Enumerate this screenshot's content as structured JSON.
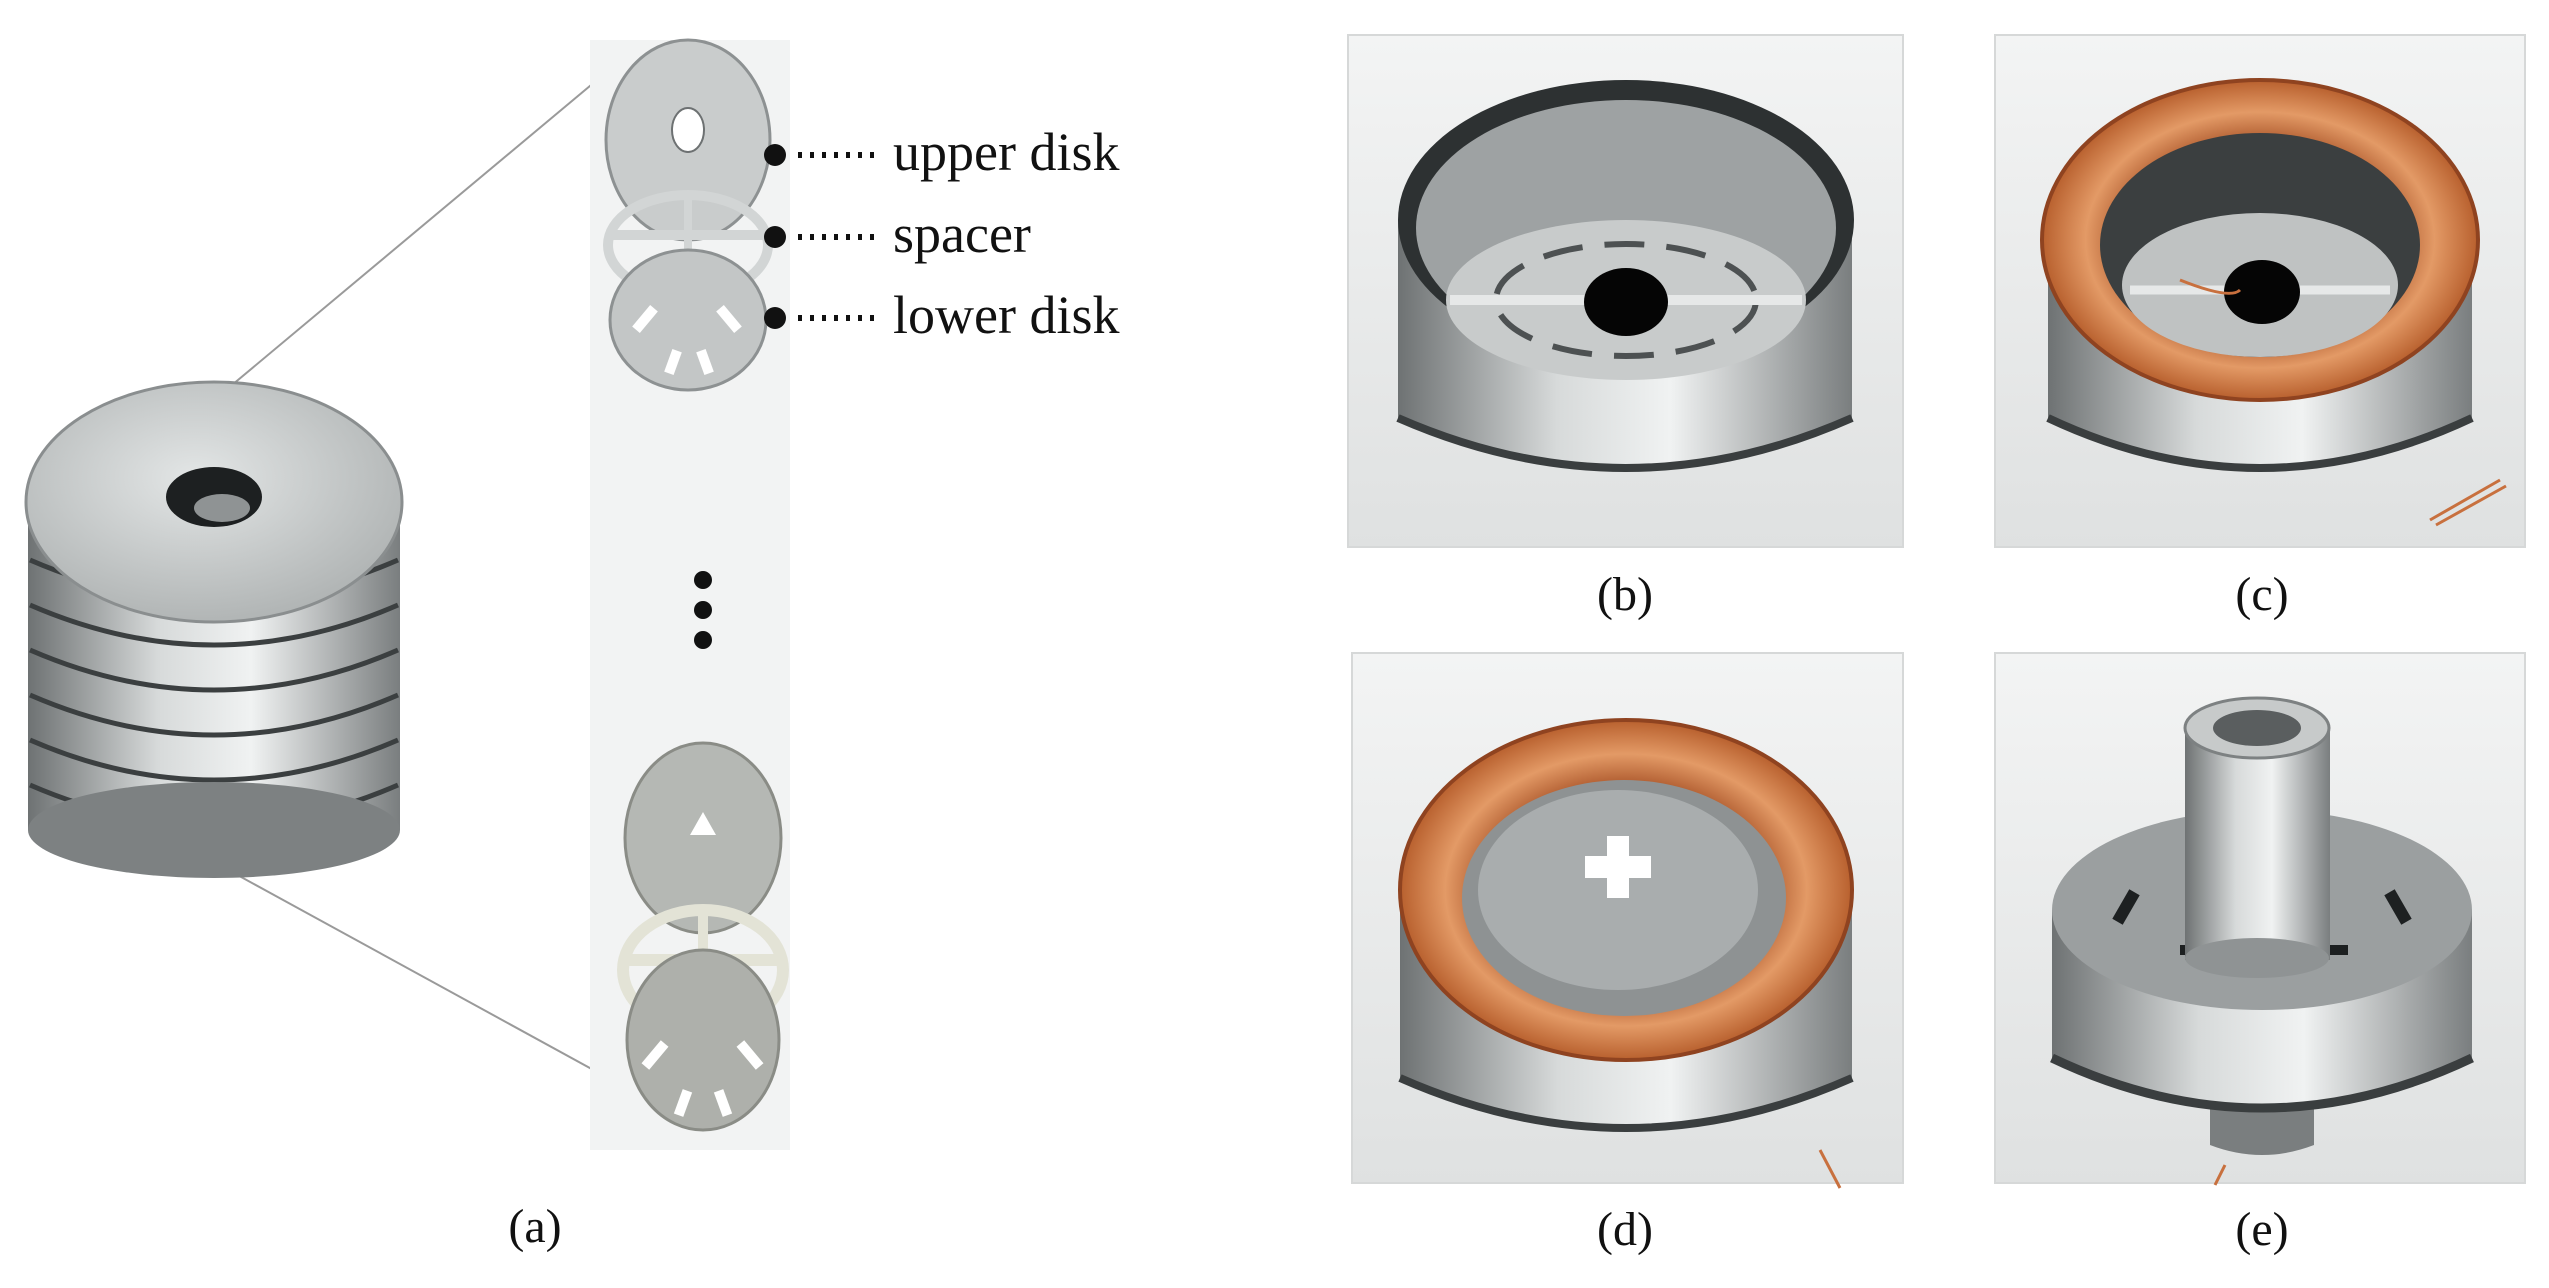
{
  "panels": {
    "a": {
      "caption": "(a)"
    },
    "b": {
      "caption": "(b)"
    },
    "c": {
      "caption": "(c)"
    },
    "d": {
      "caption": "(d)"
    },
    "e": {
      "caption": "(e)"
    }
  },
  "callouts": {
    "upper": "upper disk",
    "spacer": "spacer",
    "lower": "lower disk"
  },
  "colors": {
    "steel_light": "#d9dcdc",
    "steel_mid": "#a7abab",
    "steel_dark": "#5c6061",
    "copper": "#c8703e",
    "copper_dark": "#8f4320",
    "bg_photo": "#e9eaea"
  }
}
